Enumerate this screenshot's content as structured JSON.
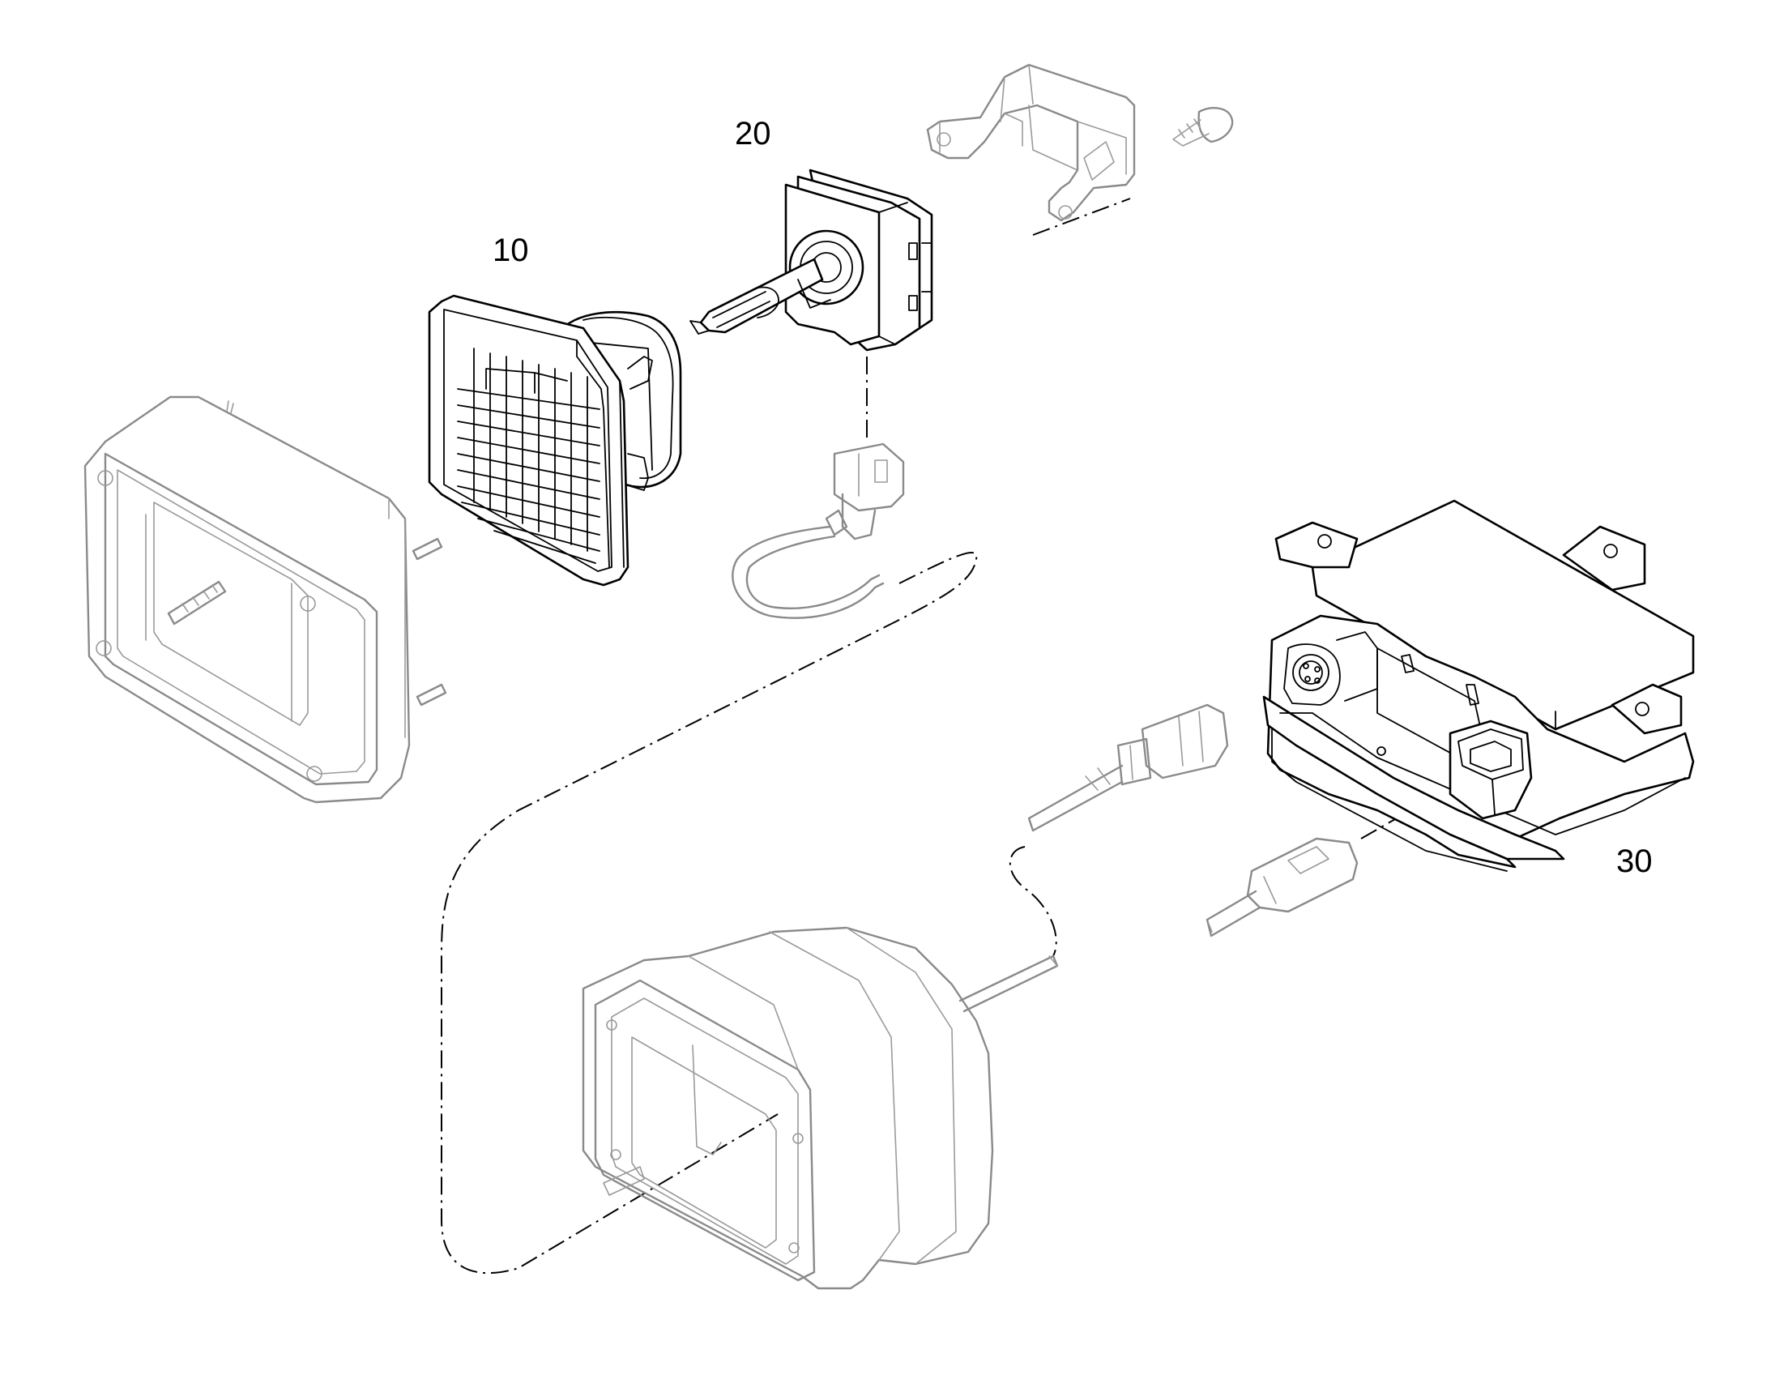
{
  "labels": {
    "part_10": "10",
    "part_20": "20",
    "part_30": "30"
  },
  "colors": {
    "line_dark": "#000000",
    "line_gray": "#8a8a8a",
    "background": "#ffffff"
  }
}
